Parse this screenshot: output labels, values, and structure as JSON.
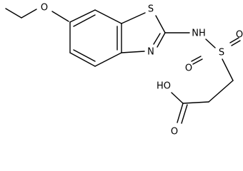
{
  "atoms": {
    "ether_o": "O",
    "ring_s": "S",
    "ring_n": "N",
    "nh": "NH",
    "sulfonyl_s": "S",
    "sulfonyl_o_top": "O",
    "sulfonyl_o_bottom": "O",
    "acid_oh": "HO",
    "acid_o": "O"
  },
  "colors": {
    "bond": "#000000",
    "text": "#000000",
    "background": "#ffffff"
  }
}
